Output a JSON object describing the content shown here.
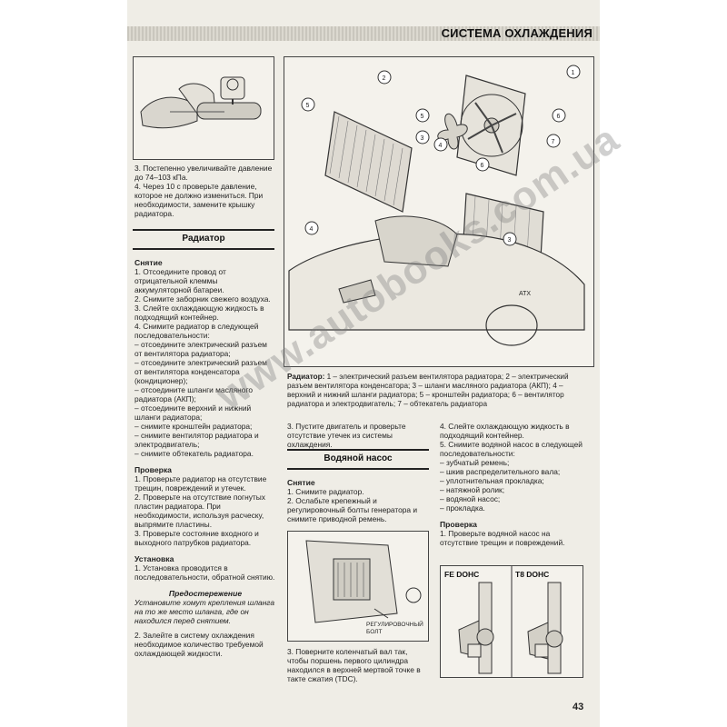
{
  "header": {
    "title": "СИСТЕМА ОХЛАЖДЕНИЯ"
  },
  "page_number": "43",
  "watermark": "www.autobooks.com.ua",
  "left_top_text": [
    "3. Постепенно увеличивайте давление до 74–103 кПа.",
    "4. Через 10 с проверьте давление, которое не должно измениться. При необходимости, замените крышку радиатора."
  ],
  "radiator": {
    "title": "Радиатор",
    "removal_title": "Снятие",
    "removal_steps": [
      "1. Отсоедините провод от отрицательной клеммы аккумуляторной батареи.",
      "2. Снимите заборник свежего воздуха.",
      "3. Слейте охлаждающую жидкость в подходящий контейнер.",
      "4. Снимите радиатор в следующей последовательности:",
      "– отсоедините электрический разъем от вентилятора радиатора;",
      "– отсоедините электрический разъем от вентилятора конденсатора (кондиционер);",
      "– отсоедините шланги масляного радиатора (АКП);",
      "– отсоедините верхний и нижний шланги радиатора;",
      "– снимите кронштейн радиатора;",
      "– снимите вентилятор радиатора и электродвигатель;",
      "– снимите обтекатель радиатора."
    ],
    "check_title": "Проверка",
    "check_steps": [
      "1. Проверьте радиатор на отсутствие трещин, повреждений и утечек.",
      "2. Проверьте на отсутствие погнутых пластин радиатора. При необходимости, используя расческу, выпрямите пластины.",
      "3. Проверьте состояние входного и выходного патрубков радиатора."
    ],
    "install_title": "Установка",
    "install_steps": [
      "1. Установка проводится в последовательности, обратной снятию."
    ],
    "warning_title": "Предостережение",
    "warning_text": "Установите хомут крепления шланга на то же место шланга, где он находился перед снятием.",
    "after_warning": [
      "2. Залейте в систему охлаждения необходимое количество требуемой охлаждающей жидкости."
    ]
  },
  "figure_caption": {
    "lead": "Радиатор:",
    "text": " 1 – электрический разъем вентилятора радиатора; 2 – электрический разъем вентилятора конденсатора; 3 – шланги масляного радиатора (АКП); 4 – верхний и нижний шланги радиатора; 5 – кронштейн радиатора; 6 – вентилятор радиатора и электродвигатель; 7 – обтекатель радиатора"
  },
  "figure_labels": {
    "atx": "ATX",
    "callouts": [
      "1",
      "2",
      "3",
      "4",
      "5",
      "6",
      "7"
    ]
  },
  "mid_text": [
    "3. Пустите двигатель и проверьте отсутствие утечек из системы охлаждения."
  ],
  "water_pump": {
    "title": "Водяной насос",
    "removal_title": "Снятие",
    "removal_steps": [
      "1. Снимите радиатор.",
      "2. Ослабьте крепежный и регулировочный болты генератора и снимите приводной ремень."
    ],
    "bolt_label_line1": "РЕГУЛИРОВОЧНЫЙ",
    "bolt_label_line2": "БОЛТ",
    "after_figure": [
      "3. Поверните коленчатый вал так, чтобы поршень первого цилиндра находился в верхней мертвой точке в такте сжатия (TDC)."
    ]
  },
  "right_text": {
    "steps": [
      "4. Слейте охлаждающую жидкость в подходящий контейнер.",
      "5. Снимите водяной насос в следующей последовательности:",
      "– зубчатый ремень;",
      "– шкив распределительного вала;",
      "– уплотнительная прокладка;",
      "– натяжной ролик;",
      "– водяной насос;",
      "– прокладка."
    ],
    "check_title": "Проверка",
    "check_steps": [
      "1. Проверьте водяной насос на отсутствие трещин и повреждений."
    ]
  },
  "engine_labels": {
    "left": "FE DOHC",
    "right": "T8 DOHC"
  }
}
